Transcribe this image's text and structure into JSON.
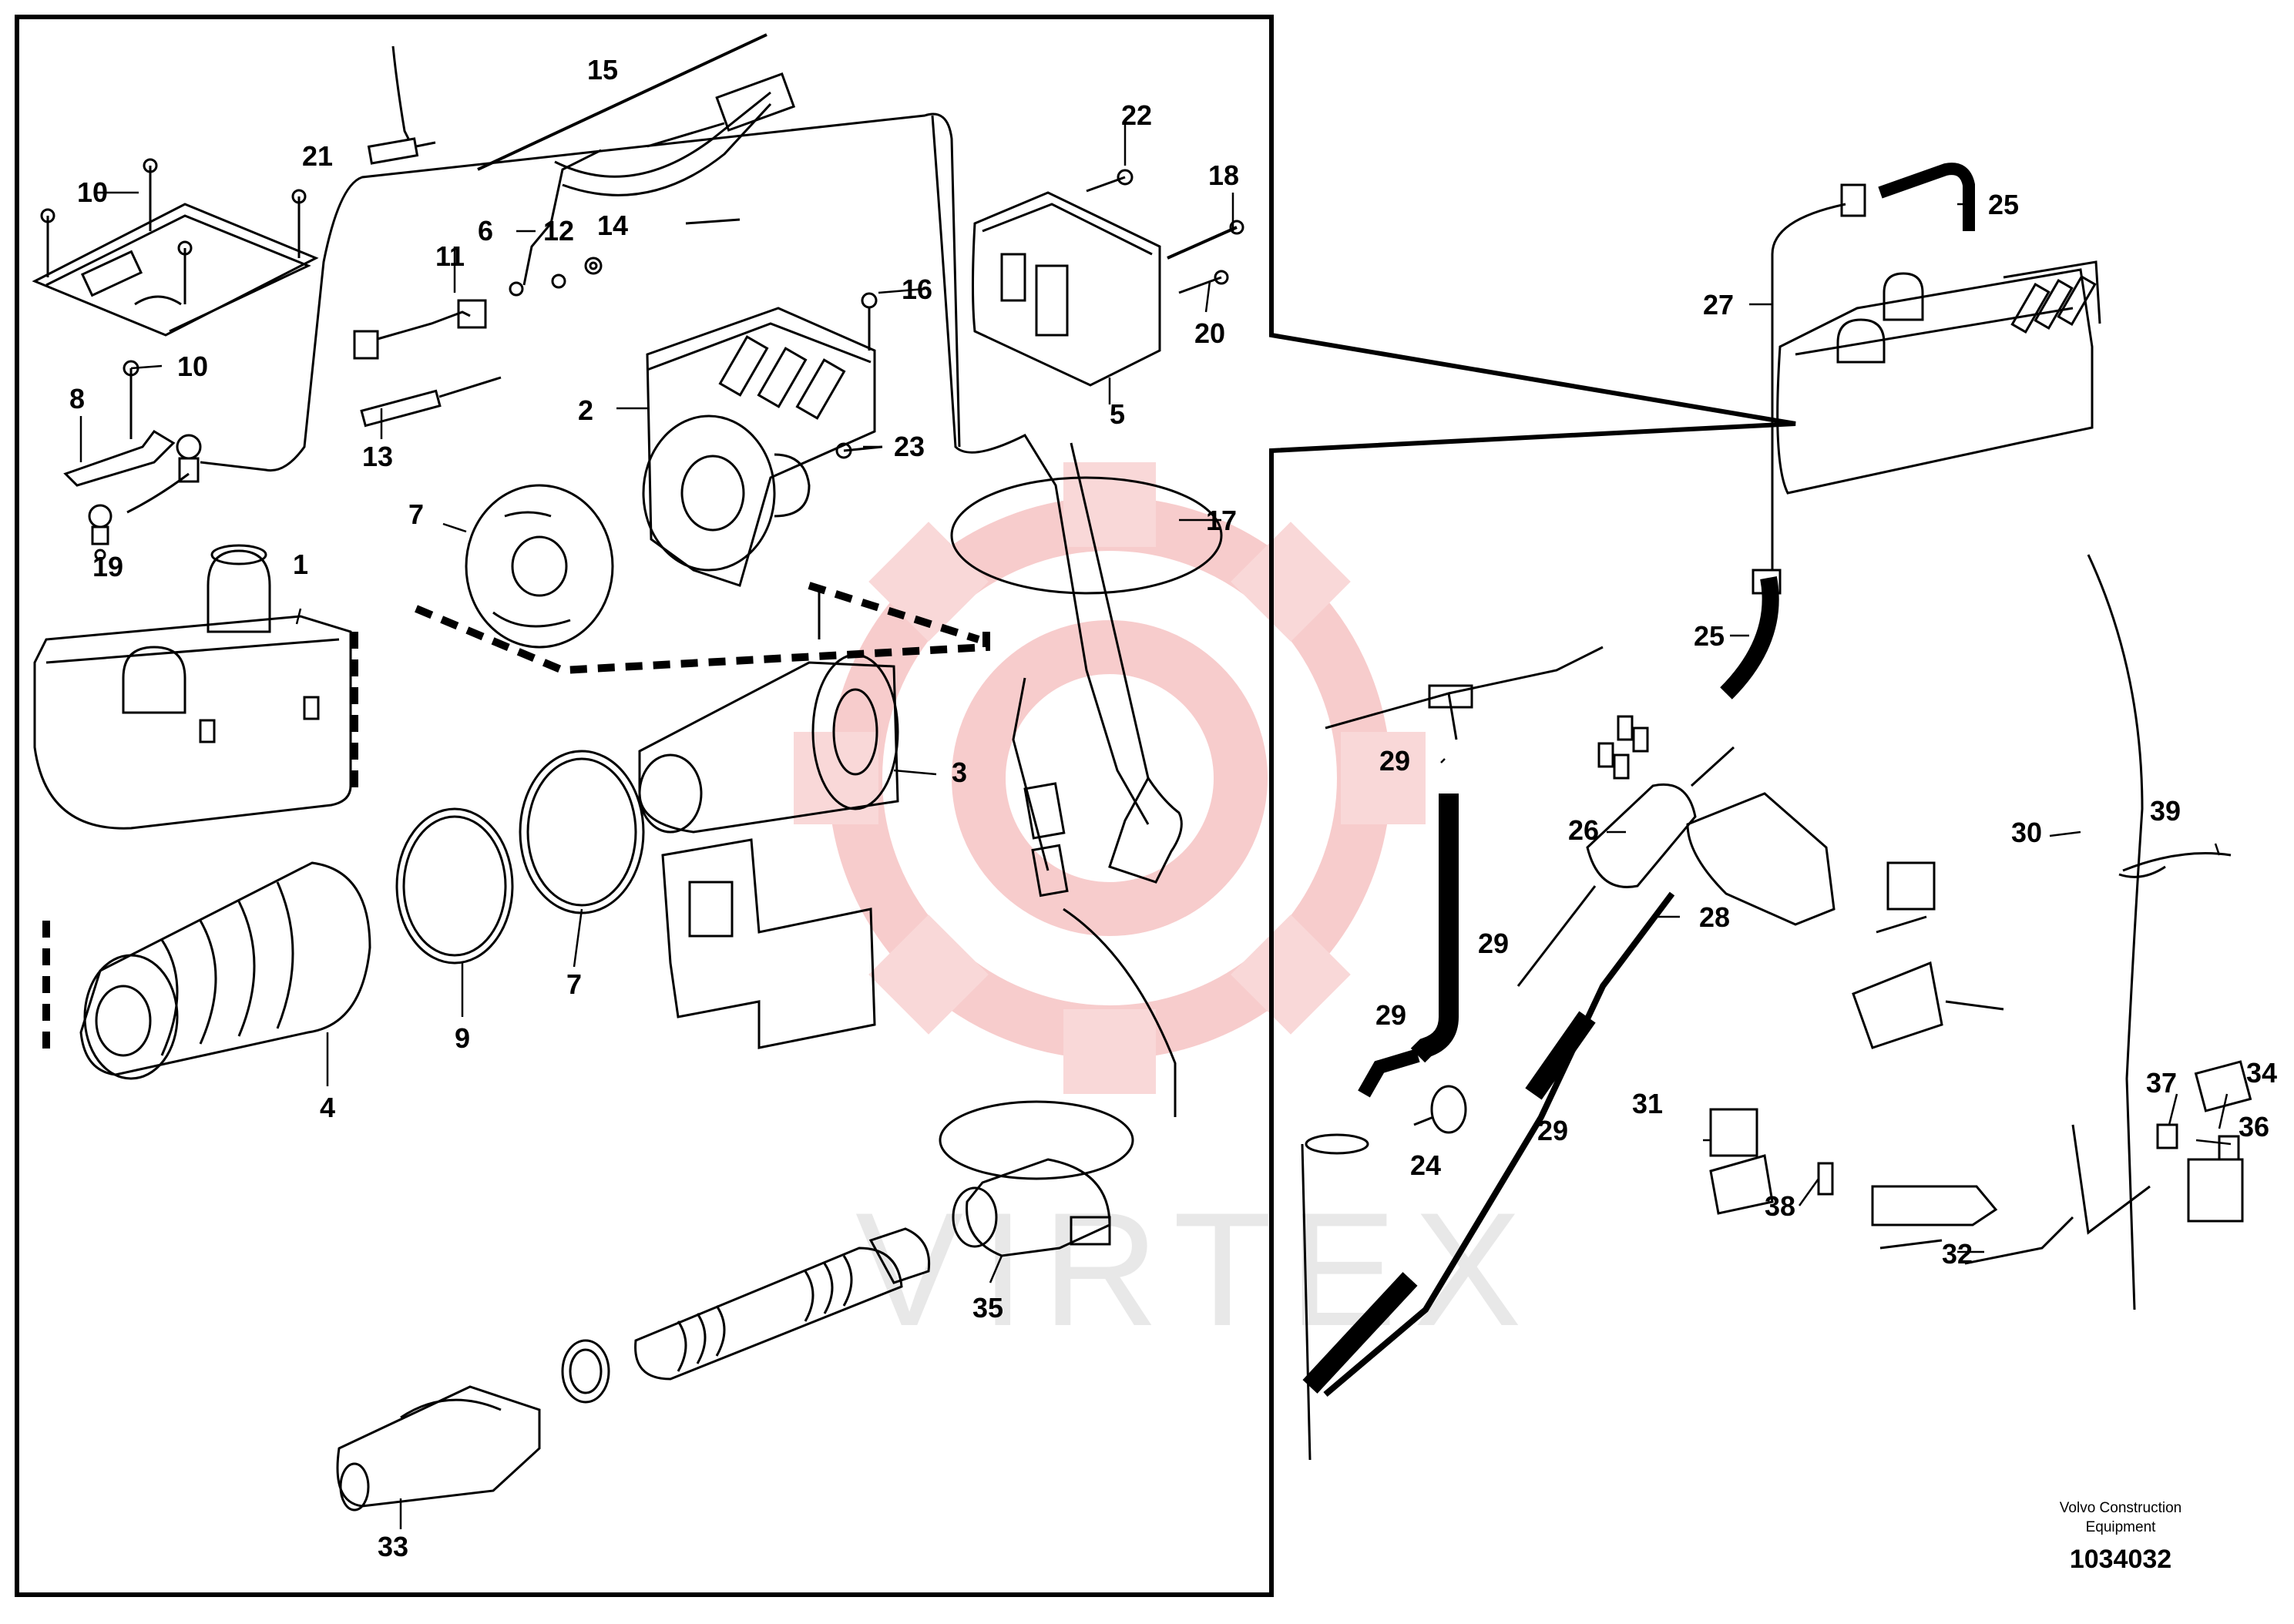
{
  "watermark": {
    "text": "VIRTEX",
    "color": "#f0a3a3"
  },
  "callouts": {
    "c1": "1",
    "c2": "2",
    "c3": "3",
    "c4": "4",
    "c5": "5",
    "c6": "6",
    "c7a": "7",
    "c7b": "7",
    "c8": "8",
    "c9": "9",
    "c10a": "10",
    "c10b": "10",
    "c11": "11",
    "c12": "12",
    "c13": "13",
    "c14": "14",
    "c15": "15",
    "c16": "16",
    "c17": "17",
    "c18": "18",
    "c19": "19",
    "c20": "20",
    "c21": "21",
    "c22": "22",
    "c23": "23",
    "c24": "24",
    "c25a": "25",
    "c25b": "25",
    "c26": "26",
    "c27": "27",
    "c28": "28",
    "c29a": "29",
    "c29b": "29",
    "c29c": "29",
    "c29d": "29",
    "c30": "30",
    "c31": "31",
    "c32": "32",
    "c33": "33",
    "c34": "34",
    "c35": "35",
    "c36": "36",
    "c37": "37",
    "c38": "38",
    "c39": "39"
  },
  "credit": {
    "line1": "Volvo Construction",
    "line2": "Equipment",
    "drawing_number": "1034032"
  }
}
